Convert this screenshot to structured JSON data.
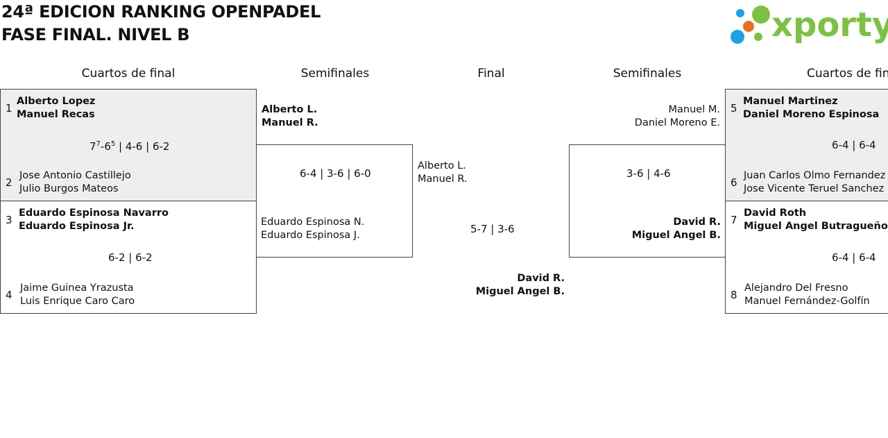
{
  "header": {
    "title_line1": "24ª EDICION RANKING OPENPADEL",
    "title_line2": "FASE FINAL. NIVEL B"
  },
  "logo": {
    "text": "xporty",
    "green": "#7cc242",
    "blue": "#1aa1e6",
    "orange": "#e8731c"
  },
  "columns": {
    "qf_left": "Cuartos de final",
    "sf_left": "Semifinales",
    "final": "Final",
    "sf_right": "Semifinales",
    "qf_right": "Cuartos de final"
  },
  "qf_left": {
    "m1": {
      "seed_a": "1",
      "team_a_p1": "Alberto Lopez",
      "team_a_p2": "Manuel Recas",
      "score_prefix": "7",
      "score_sup1": "7",
      "score_mid": "-6",
      "score_sup2": "5",
      "score_rest": " | 4-6 | 6-2",
      "seed_b": "2",
      "team_b_p1": "Jose Antonio Castillejo",
      "team_b_p2": "Julio Burgos Mateos"
    },
    "m2": {
      "seed_a": "3",
      "team_a_p1": "Eduardo Espinosa Navarro",
      "team_a_p2": "Eduardo Espinosa Jr.",
      "score": "6-2 | 6-2",
      "seed_b": "4",
      "team_b_p1": "Jaime Guinea Yrazusta",
      "team_b_p2": "Luis Enrique Caro Caro"
    }
  },
  "sf_left": {
    "team_a_p1": "Alberto L.",
    "team_a_p2": "Manuel R.",
    "score": "6-4 | 3-6 | 6-0",
    "team_b_p1": "Eduardo Espinosa N.",
    "team_b_p2": "Eduardo Espinosa J."
  },
  "final": {
    "team_a_p1": "Alberto L.",
    "team_a_p2": "Manuel R.",
    "score": "5-7 | 3-6",
    "team_b_p1": "David R.",
    "team_b_p2": "Miguel Angel B."
  },
  "sf_right": {
    "team_a_p1": "Manuel M.",
    "team_a_p2": "Daniel Moreno E.",
    "score": "3-6 | 4-6",
    "team_b_p1": "David R.",
    "team_b_p2": "Miguel Angel B."
  },
  "qf_right": {
    "m1": {
      "seed_a": "5",
      "team_a_p1": "Manuel Martinez",
      "team_a_p2": "Daniel Moreno Espinosa",
      "score": "6-4 | 6-4",
      "seed_b": "6",
      "team_b_p1": "Juan Carlos Olmo Fernandez",
      "team_b_p2": "Jose Vicente Teruel Sanchez"
    },
    "m2": {
      "seed_a": "7",
      "team_a_p1": "David Roth",
      "team_a_p2": "Miguel Angel Butragueño",
      "score": "6-4 | 6-4",
      "seed_b": "8",
      "team_b_p1": "Alejandro Del Fresno",
      "team_b_p2": "Manuel Fernández-Golfín"
    }
  }
}
